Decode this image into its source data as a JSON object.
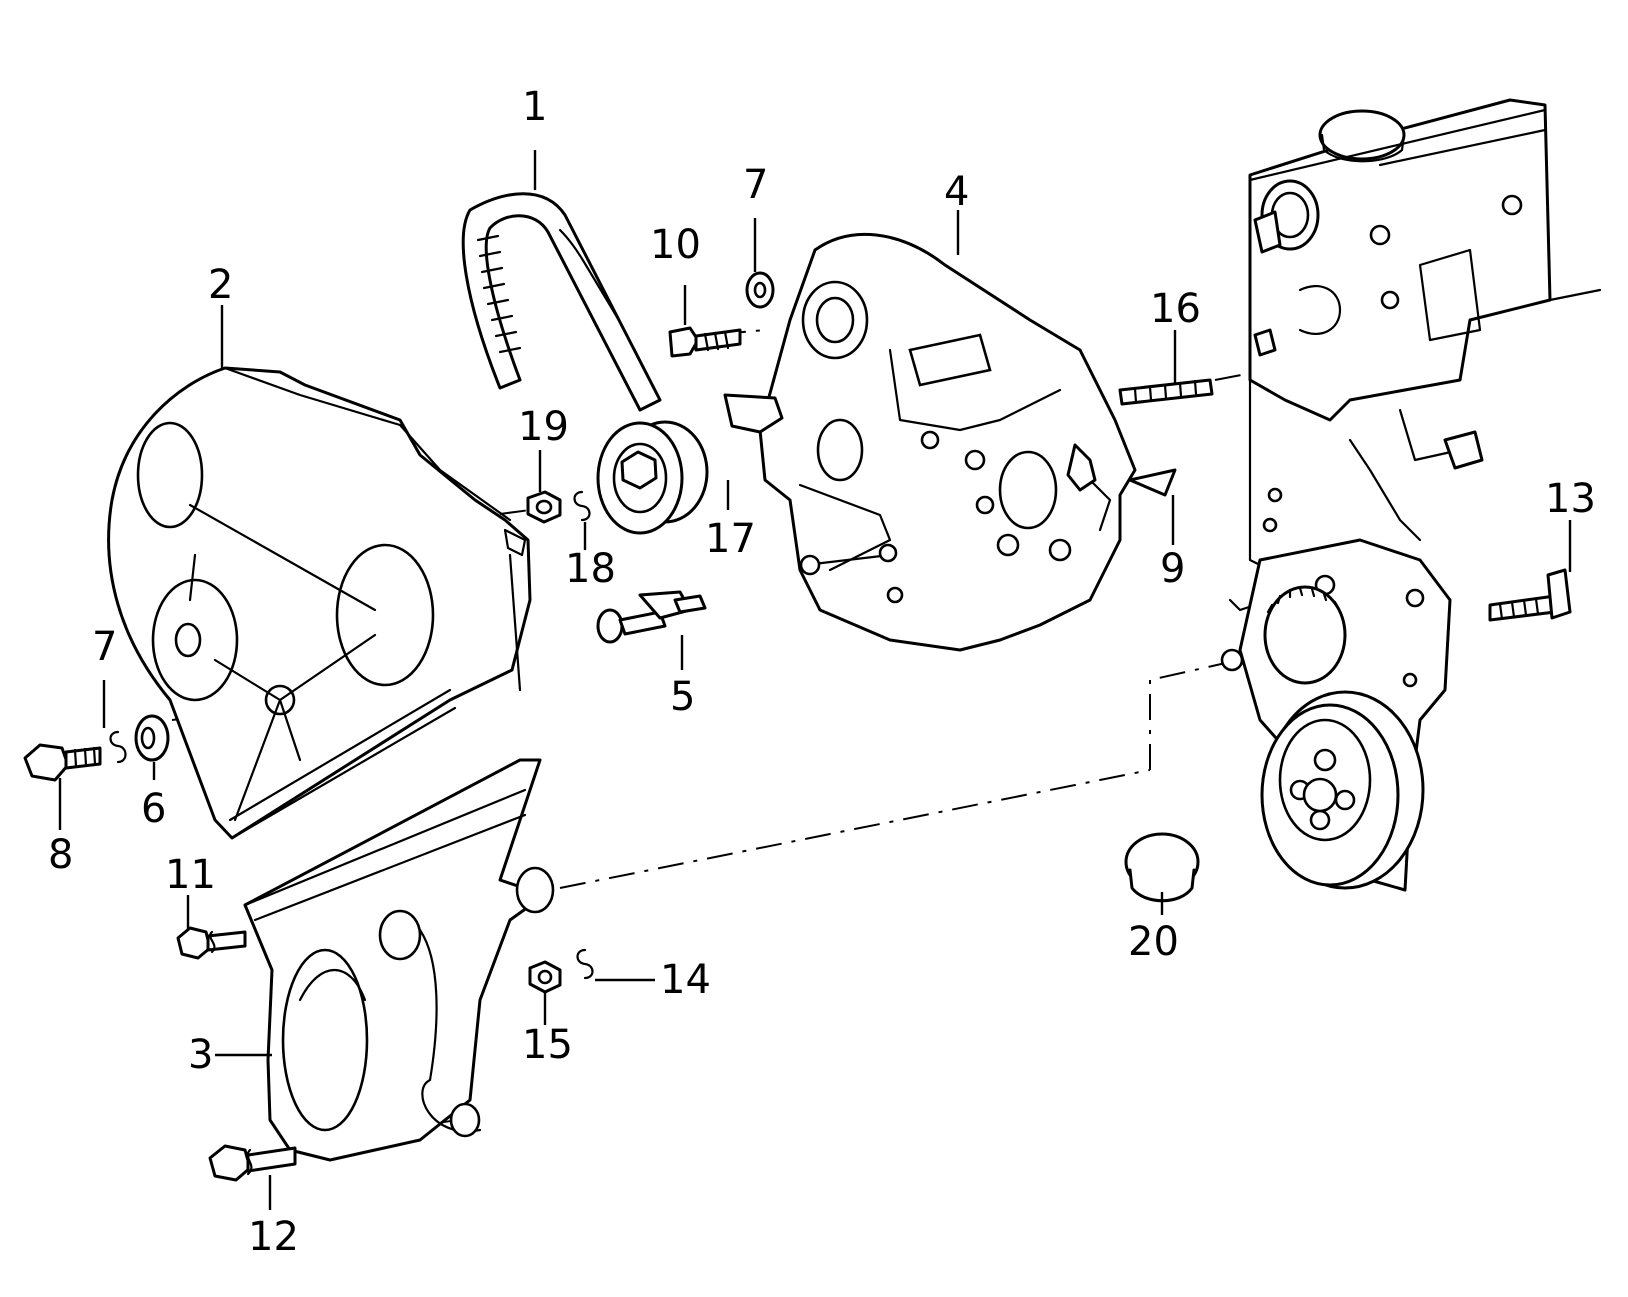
{
  "diagram": {
    "callouts": [
      {
        "id": "c1",
        "text": "1"
      },
      {
        "id": "c2",
        "text": "2"
      },
      {
        "id": "c3",
        "text": "3"
      },
      {
        "id": "c4",
        "text": "4"
      },
      {
        "id": "c5",
        "text": "5"
      },
      {
        "id": "c6",
        "text": "6"
      },
      {
        "id": "c7a",
        "text": "7"
      },
      {
        "id": "c7b",
        "text": "7"
      },
      {
        "id": "c8",
        "text": "8"
      },
      {
        "id": "c9",
        "text": "9"
      },
      {
        "id": "c10",
        "text": "10"
      },
      {
        "id": "c11",
        "text": "11"
      },
      {
        "id": "c12",
        "text": "12"
      },
      {
        "id": "c13",
        "text": "13"
      },
      {
        "id": "c14",
        "text": "14"
      },
      {
        "id": "c15",
        "text": "15"
      },
      {
        "id": "c16",
        "text": "16"
      },
      {
        "id": "c17",
        "text": "17"
      },
      {
        "id": "c18",
        "text": "18"
      },
      {
        "id": "c19",
        "text": "19"
      },
      {
        "id": "c20",
        "text": "20"
      }
    ],
    "colors": {
      "line": "#000000",
      "background": "#ffffff"
    }
  }
}
